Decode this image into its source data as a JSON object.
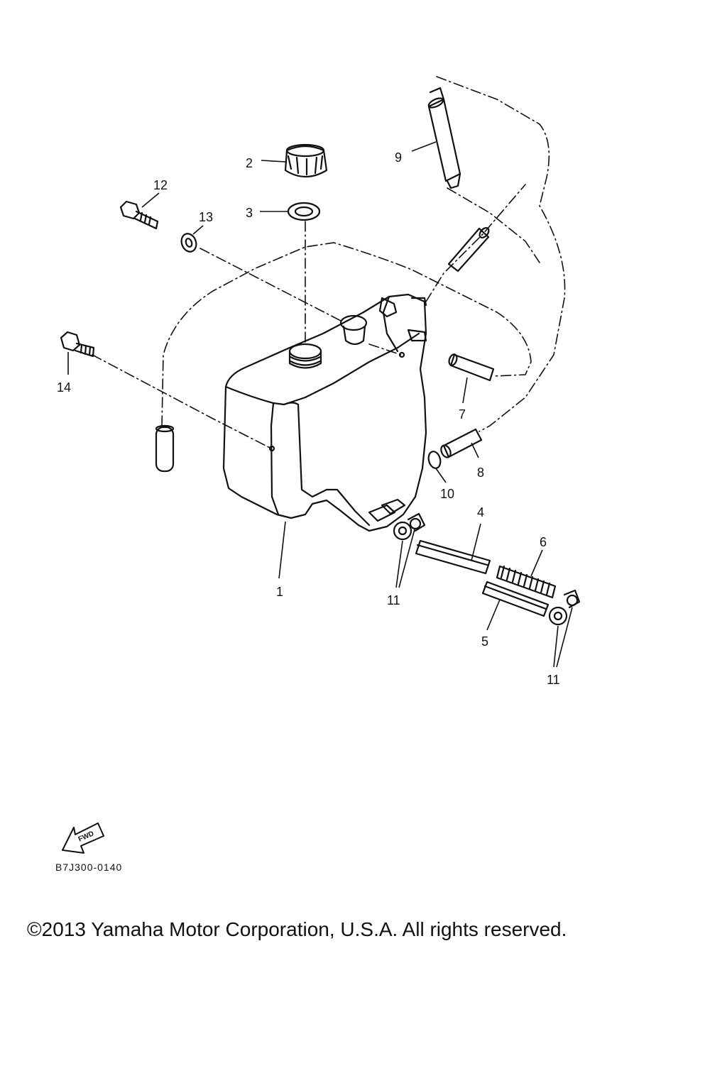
{
  "diagram": {
    "callouts": [
      "1",
      "2",
      "3",
      "4",
      "5",
      "6",
      "7",
      "8",
      "9",
      "10",
      "11",
      "11",
      "12",
      "13",
      "14"
    ],
    "forward_arrow_text": "FWD",
    "drawing_code": "B7J300-0140"
  },
  "footer": {
    "copyright": "©2013 Yamaha Motor Corporation, U.S.A. All rights reserved."
  },
  "colors": {
    "ink": "#111111",
    "paper": "#ffffff"
  },
  "icons": {
    "forward": "forward-arrow-icon"
  }
}
